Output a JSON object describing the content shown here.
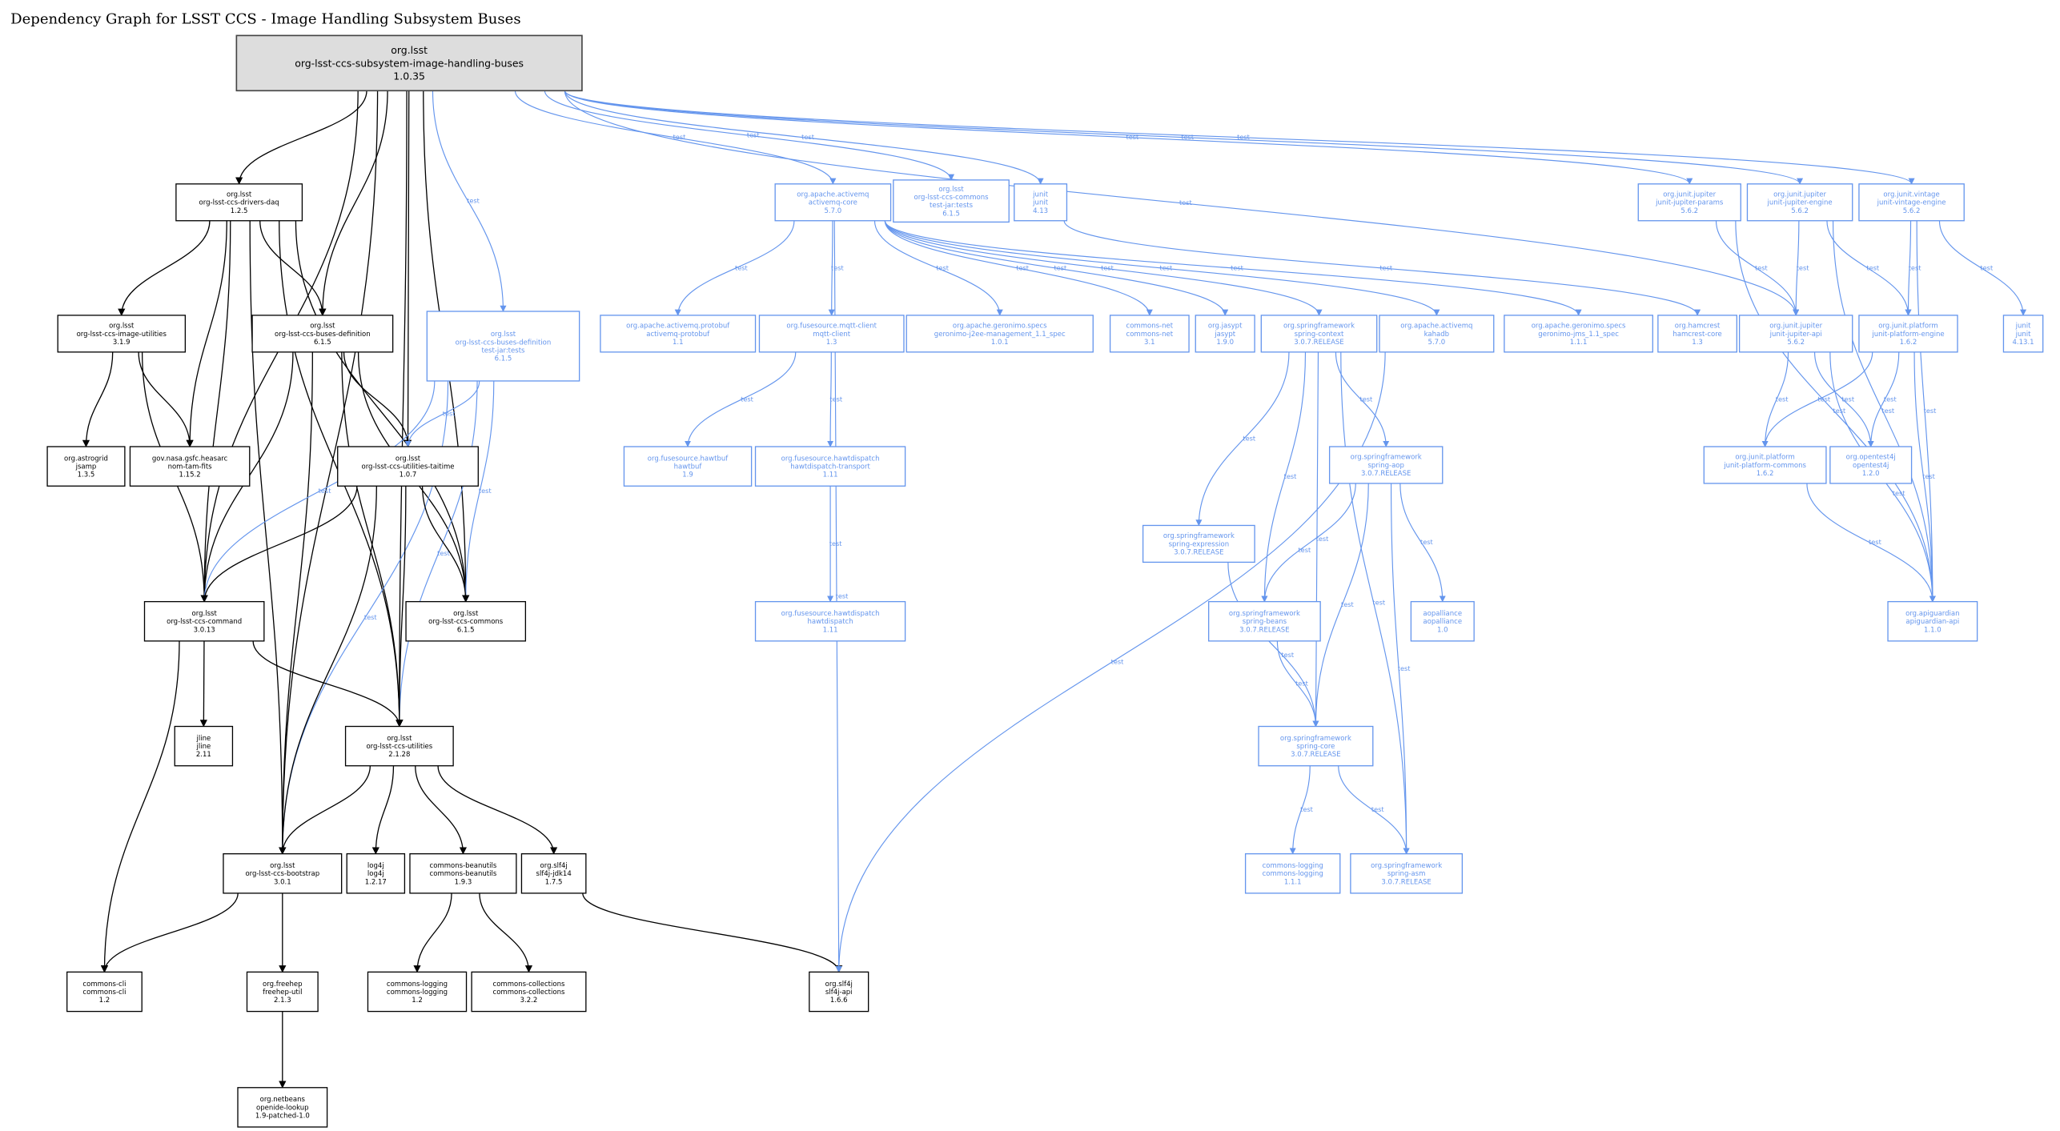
{
  "title": "Dependency Graph for LSST CCS - Image Handling Subsystem Buses",
  "colors": {
    "compile": "#000000",
    "test": "#6495ed",
    "root_fill": "#dddddd"
  },
  "nodes": [
    {
      "id": "root",
      "lines": [
        "org.lsst",
        "org-lsst-ccs-subsystem-image-handling-buses",
        "1.0.35"
      ],
      "scope": "root"
    },
    {
      "id": "daq",
      "lines": [
        "org.lsst",
        "org-lsst-ccs-drivers-daq",
        "1.2.5"
      ],
      "scope": "compile"
    },
    {
      "id": "imgutil",
      "lines": [
        "org.lsst",
        "org-lsst-ccs-image-utilities",
        "3.1.9"
      ],
      "scope": "compile"
    },
    {
      "id": "busdef",
      "lines": [
        "org.lsst",
        "org-lsst-ccs-buses-definition",
        "6.1.5"
      ],
      "scope": "compile"
    },
    {
      "id": "busdeftest",
      "lines": [
        "org.lsst",
        "org-lsst-ccs-buses-definition",
        "test-jar:tests",
        "6.1.5"
      ],
      "scope": "test"
    },
    {
      "id": "amqcore",
      "lines": [
        "org.apache.activemq",
        "activemq-core",
        "5.7.0"
      ],
      "scope": "test"
    },
    {
      "id": "commonstest",
      "lines": [
        "org.lsst",
        "org-lsst-ccs-commons",
        "test-jar:tests",
        "6.1.5"
      ],
      "scope": "test"
    },
    {
      "id": "junit413",
      "lines": [
        "junit",
        "junit",
        "4.13"
      ],
      "scope": "test"
    },
    {
      "id": "params",
      "lines": [
        "org.junit.jupiter",
        "junit-jupiter-params",
        "5.6.2"
      ],
      "scope": "test"
    },
    {
      "id": "jengine",
      "lines": [
        "org.junit.jupiter",
        "junit-jupiter-engine",
        "5.6.2"
      ],
      "scope": "test"
    },
    {
      "id": "vintage",
      "lines": [
        "org.junit.vintage",
        "junit-vintage-engine",
        "5.6.2"
      ],
      "scope": "test"
    },
    {
      "id": "amqproto",
      "lines": [
        "org.apache.activemq.protobuf",
        "activemq-protobuf",
        "1.1"
      ],
      "scope": "test"
    },
    {
      "id": "mqtt",
      "lines": [
        "org.fusesource.mqtt-client",
        "mqtt-client",
        "1.3"
      ],
      "scope": "test"
    },
    {
      "id": "j2ee",
      "lines": [
        "org.apache.geronimo.specs",
        "geronimo-j2ee-management_1.1_spec",
        "1.0.1"
      ],
      "scope": "test"
    },
    {
      "id": "cnet",
      "lines": [
        "commons-net",
        "commons-net",
        "3.1"
      ],
      "scope": "test"
    },
    {
      "id": "jasypt",
      "lines": [
        "org.jasypt",
        "jasypt",
        "1.9.0"
      ],
      "scope": "test"
    },
    {
      "id": "scontext",
      "lines": [
        "org.springframework",
        "spring-context",
        "3.0.7.RELEASE"
      ],
      "scope": "test"
    },
    {
      "id": "kahadb",
      "lines": [
        "org.apache.activemq",
        "kahadb",
        "5.7.0"
      ],
      "scope": "test"
    },
    {
      "id": "jms",
      "lines": [
        "org.apache.geronimo.specs",
        "geronimo-jms_1.1_spec",
        "1.1.1"
      ],
      "scope": "test"
    },
    {
      "id": "hamcrest",
      "lines": [
        "org.hamcrest",
        "hamcrest-core",
        "1.3"
      ],
      "scope": "test"
    },
    {
      "id": "japi",
      "lines": [
        "org.junit.jupiter",
        "junit-jupiter-api",
        "5.6.2"
      ],
      "scope": "test"
    },
    {
      "id": "pengine",
      "lines": [
        "org.junit.platform",
        "junit-platform-engine",
        "1.6.2"
      ],
      "scope": "test"
    },
    {
      "id": "junit4131",
      "lines": [
        "junit",
        "junit",
        "4.13.1"
      ],
      "scope": "test"
    },
    {
      "id": "astrogrid",
      "lines": [
        "org.astrogrid",
        "jsamp",
        "1.3.5"
      ],
      "scope": "compile"
    },
    {
      "id": "nomtam",
      "lines": [
        "gov.nasa.gsfc.heasarc",
        "nom-tam-fits",
        "1.15.2"
      ],
      "scope": "compile"
    },
    {
      "id": "taitime",
      "lines": [
        "org.lsst",
        "org-lsst-ccs-utilities-taitime",
        "1.0.7"
      ],
      "scope": "compile"
    },
    {
      "id": "hawtbuf",
      "lines": [
        "org.fusesource.hawtbuf",
        "hawtbuf",
        "1.9"
      ],
      "scope": "test"
    },
    {
      "id": "hdtransport",
      "lines": [
        "org.fusesource.hawtdispatch",
        "hawtdispatch-transport",
        "1.11"
      ],
      "scope": "test"
    },
    {
      "id": "saop",
      "lines": [
        "org.springframework",
        "spring-aop",
        "3.0.7.RELEASE"
      ],
      "scope": "test"
    },
    {
      "id": "pcommons",
      "lines": [
        "org.junit.platform",
        "junit-platform-commons",
        "1.6.2"
      ],
      "scope": "test"
    },
    {
      "id": "opentest4j",
      "lines": [
        "org.opentest4j",
        "opentest4j",
        "1.2.0"
      ],
      "scope": "test"
    },
    {
      "id": "sexpr",
      "lines": [
        "org.springframework",
        "spring-expression",
        "3.0.7.RELEASE"
      ],
      "scope": "test"
    },
    {
      "id": "command",
      "lines": [
        "org.lsst",
        "org-lsst-ccs-command",
        "3.0.13"
      ],
      "scope": "compile"
    },
    {
      "id": "commons",
      "lines": [
        "org.lsst",
        "org-lsst-ccs-commons",
        "6.1.5"
      ],
      "scope": "compile"
    },
    {
      "id": "hawtdispatch",
      "lines": [
        "org.fusesource.hawtdispatch",
        "hawtdispatch",
        "1.11"
      ],
      "scope": "test"
    },
    {
      "id": "sbeans",
      "lines": [
        "org.springframework",
        "spring-beans",
        "3.0.7.RELEASE"
      ],
      "scope": "test"
    },
    {
      "id": "aopalliance",
      "lines": [
        "aopalliance",
        "aopalliance",
        "1.0"
      ],
      "scope": "test"
    },
    {
      "id": "apiguardian",
      "lines": [
        "org.apiguardian",
        "apiguardian-api",
        "1.1.0"
      ],
      "scope": "test"
    },
    {
      "id": "jline",
      "lines": [
        "jline",
        "jline",
        "2.11"
      ],
      "scope": "compile"
    },
    {
      "id": "utilities",
      "lines": [
        "org.lsst",
        "org-lsst-ccs-utilities",
        "2.1.28"
      ],
      "scope": "compile"
    },
    {
      "id": "score",
      "lines": [
        "org.springframework",
        "spring-core",
        "3.0.7.RELEASE"
      ],
      "scope": "test"
    },
    {
      "id": "bootstrap",
      "lines": [
        "org.lsst",
        "org-lsst-ccs-bootstrap",
        "3.0.1"
      ],
      "scope": "compile"
    },
    {
      "id": "log4j",
      "lines": [
        "log4j",
        "log4j",
        "1.2.17"
      ],
      "scope": "compile"
    },
    {
      "id": "beanutils",
      "lines": [
        "commons-beanutils",
        "commons-beanutils",
        "1.9.3"
      ],
      "scope": "compile"
    },
    {
      "id": "slf4jjdk",
      "lines": [
        "org.slf4j",
        "slf4j-jdk14",
        "1.7.5"
      ],
      "scope": "compile"
    },
    {
      "id": "clogging111",
      "lines": [
        "commons-logging",
        "commons-logging",
        "1.1.1"
      ],
      "scope": "test"
    },
    {
      "id": "sasm",
      "lines": [
        "org.springframework",
        "spring-asm",
        "3.0.7.RELEASE"
      ],
      "scope": "test"
    },
    {
      "id": "cli",
      "lines": [
        "commons-cli",
        "commons-cli",
        "1.2"
      ],
      "scope": "compile"
    },
    {
      "id": "freehep",
      "lines": [
        "org.freehep",
        "freehep-util",
        "2.1.3"
      ],
      "scope": "compile"
    },
    {
      "id": "clogging12",
      "lines": [
        "commons-logging",
        "commons-logging",
        "1.2"
      ],
      "scope": "compile"
    },
    {
      "id": "ccollections",
      "lines": [
        "commons-collections",
        "commons-collections",
        "3.2.2"
      ],
      "scope": "compile"
    },
    {
      "id": "slf4japi",
      "lines": [
        "org.slf4j",
        "slf4j-api",
        "1.6.6"
      ],
      "scope": "compile"
    },
    {
      "id": "netbeans",
      "lines": [
        "org.netbeans",
        "openide-lookup",
        "1.9-patched-1.0"
      ],
      "scope": "compile"
    }
  ],
  "edges": [
    {
      "from": "root",
      "to": "daq",
      "scope": "compile"
    },
    {
      "from": "root",
      "to": "command",
      "scope": "compile"
    },
    {
      "from": "root",
      "to": "bootstrap",
      "scope": "compile"
    },
    {
      "from": "root",
      "to": "busdef",
      "scope": "compile"
    },
    {
      "from": "root",
      "to": "taitime",
      "scope": "compile"
    },
    {
      "from": "root",
      "to": "commons",
      "scope": "compile"
    },
    {
      "from": "root",
      "to": "utilities",
      "scope": "compile"
    },
    {
      "from": "root",
      "to": "busdeftest",
      "scope": "test",
      "label": "test"
    },
    {
      "from": "root",
      "to": "amqcore",
      "scope": "test",
      "label": "test"
    },
    {
      "from": "root",
      "to": "commonstest",
      "scope": "test",
      "label": "test"
    },
    {
      "from": "root",
      "to": "junit413",
      "scope": "test",
      "label": "test"
    },
    {
      "from": "root",
      "to": "japi",
      "scope": "test",
      "label": "test"
    },
    {
      "from": "root",
      "to": "params",
      "scope": "test",
      "label": "test"
    },
    {
      "from": "root",
      "to": "jengine",
      "scope": "test",
      "label": "test"
    },
    {
      "from": "root",
      "to": "vintage",
      "scope": "test",
      "label": "test"
    },
    {
      "from": "daq",
      "to": "imgutil",
      "scope": "compile"
    },
    {
      "from": "daq",
      "to": "busdef",
      "scope": "compile"
    },
    {
      "from": "daq",
      "to": "command",
      "scope": "compile"
    },
    {
      "from": "daq",
      "to": "bootstrap",
      "scope": "compile"
    },
    {
      "from": "daq",
      "to": "nomtam",
      "scope": "compile"
    },
    {
      "from": "daq",
      "to": "utilities",
      "scope": "compile"
    },
    {
      "from": "daq",
      "to": "commons",
      "scope": "compile"
    },
    {
      "from": "imgutil",
      "to": "astrogrid",
      "scope": "compile"
    },
    {
      "from": "imgutil",
      "to": "nomtam",
      "scope": "compile"
    },
    {
      "from": "imgutil",
      "to": "command",
      "scope": "compile"
    },
    {
      "from": "busdef",
      "to": "taitime",
      "scope": "compile"
    },
    {
      "from": "busdef",
      "to": "command",
      "scope": "compile"
    },
    {
      "from": "busdef",
      "to": "bootstrap",
      "scope": "compile"
    },
    {
      "from": "busdef",
      "to": "utilities",
      "scope": "compile"
    },
    {
      "from": "busdef",
      "to": "commons",
      "scope": "compile"
    },
    {
      "from": "busdeftest",
      "to": "taitime",
      "scope": "test",
      "label": "test"
    },
    {
      "from": "busdeftest",
      "to": "command",
      "scope": "test",
      "label": "test"
    },
    {
      "from": "busdeftest",
      "to": "commons",
      "scope": "test",
      "label": "test"
    },
    {
      "from": "busdeftest",
      "to": "bootstrap",
      "scope": "test",
      "label": "test"
    },
    {
      "from": "busdeftest",
      "to": "utilities",
      "scope": "test",
      "label": "test"
    },
    {
      "from": "taitime",
      "to": "command",
      "scope": "compile"
    },
    {
      "from": "taitime",
      "to": "commons",
      "scope": "compile"
    },
    {
      "from": "taitime",
      "to": "bootstrap",
      "scope": "compile"
    },
    {
      "from": "taitime",
      "to": "utilities",
      "scope": "compile"
    },
    {
      "from": "command",
      "to": "jline",
      "scope": "compile"
    },
    {
      "from": "command",
      "to": "utilities",
      "scope": "compile"
    },
    {
      "from": "command",
      "to": "cli",
      "scope": "compile"
    },
    {
      "from": "utilities",
      "to": "bootstrap",
      "scope": "compile"
    },
    {
      "from": "utilities",
      "to": "log4j",
      "scope": "compile"
    },
    {
      "from": "utilities",
      "to": "beanutils",
      "scope": "compile"
    },
    {
      "from": "utilities",
      "to": "slf4jjdk",
      "scope": "compile"
    },
    {
      "from": "bootstrap",
      "to": "cli",
      "scope": "compile"
    },
    {
      "from": "bootstrap",
      "to": "freehep",
      "scope": "compile"
    },
    {
      "from": "freehep",
      "to": "netbeans",
      "scope": "compile"
    },
    {
      "from": "beanutils",
      "to": "clogging12",
      "scope": "compile"
    },
    {
      "from": "beanutils",
      "to": "ccollections",
      "scope": "compile"
    },
    {
      "from": "slf4jjdk",
      "to": "slf4japi",
      "scope": "compile"
    },
    {
      "from": "junit413",
      "to": "hamcrest",
      "scope": "test",
      "label": "test"
    },
    {
      "from": "amqcore",
      "to": "amqproto",
      "scope": "test",
      "label": "test"
    },
    {
      "from": "amqcore",
      "to": "mqtt",
      "scope": "test",
      "label": "test"
    },
    {
      "from": "amqcore",
      "to": "j2ee",
      "scope": "test",
      "label": "test"
    },
    {
      "from": "amqcore",
      "to": "slf4japi",
      "scope": "test",
      "label": "test"
    },
    {
      "from": "amqcore",
      "to": "cnet",
      "scope": "test",
      "label": "test"
    },
    {
      "from": "amqcore",
      "to": "jasypt",
      "scope": "test",
      "label": "test"
    },
    {
      "from": "amqcore",
      "to": "scontext",
      "scope": "test",
      "label": "test"
    },
    {
      "from": "amqcore",
      "to": "kahadb",
      "scope": "test",
      "label": "test"
    },
    {
      "from": "amqcore",
      "to": "jms",
      "scope": "test",
      "label": "test"
    },
    {
      "from": "mqtt",
      "to": "hawtbuf",
      "scope": "test",
      "label": "test"
    },
    {
      "from": "mqtt",
      "to": "hdtransport",
      "scope": "test",
      "label": "test"
    },
    {
      "from": "hdtransport",
      "to": "hawtdispatch",
      "scope": "test",
      "label": "test"
    },
    {
      "from": "scontext",
      "to": "sexpr",
      "scope": "test",
      "label": "test"
    },
    {
      "from": "scontext",
      "to": "sbeans",
      "scope": "test",
      "label": "test"
    },
    {
      "from": "scontext",
      "to": "score",
      "scope": "test",
      "label": "test"
    },
    {
      "from": "scontext",
      "to": "saop",
      "scope": "test",
      "label": "test"
    },
    {
      "from": "scontext",
      "to": "sasm",
      "scope": "test",
      "label": "test"
    },
    {
      "from": "saop",
      "to": "sbeans",
      "scope": "test",
      "label": "test"
    },
    {
      "from": "saop",
      "to": "score",
      "scope": "test",
      "label": "test"
    },
    {
      "from": "saop",
      "to": "aopalliance",
      "scope": "test",
      "label": "test"
    },
    {
      "from": "saop",
      "to": "sasm",
      "scope": "test",
      "label": "test"
    },
    {
      "from": "sexpr",
      "to": "score",
      "scope": "test",
      "label": "test"
    },
    {
      "from": "sbeans",
      "to": "score",
      "scope": "test",
      "label": "test"
    },
    {
      "from": "score",
      "to": "clogging111",
      "scope": "test",
      "label": "test"
    },
    {
      "from": "score",
      "to": "sasm",
      "scope": "test",
      "label": "test"
    },
    {
      "from": "kahadb",
      "to": "slf4japi",
      "scope": "test",
      "label": "test"
    },
    {
      "from": "params",
      "to": "japi",
      "scope": "test",
      "label": "test"
    },
    {
      "from": "params",
      "to": "apiguardian",
      "scope": "test",
      "label": "test"
    },
    {
      "from": "jengine",
      "to": "japi",
      "scope": "test",
      "label": "test"
    },
    {
      "from": "jengine",
      "to": "pengine",
      "scope": "test",
      "label": "test"
    },
    {
      "from": "jengine",
      "to": "apiguardian",
      "scope": "test",
      "label": "test"
    },
    {
      "from": "vintage",
      "to": "pengine",
      "scope": "test",
      "label": "test"
    },
    {
      "from": "vintage",
      "to": "apiguardian",
      "scope": "test",
      "label": "test"
    },
    {
      "from": "vintage",
      "to": "junit4131",
      "scope": "test",
      "label": "test"
    },
    {
      "from": "japi",
      "to": "pcommons",
      "scope": "test",
      "label": "test"
    },
    {
      "from": "japi",
      "to": "opentest4j",
      "scope": "test",
      "label": "test"
    },
    {
      "from": "japi",
      "to": "apiguardian",
      "scope": "test",
      "label": "test"
    },
    {
      "from": "pengine",
      "to": "pcommons",
      "scope": "test",
      "label": "test"
    },
    {
      "from": "pengine",
      "to": "opentest4j",
      "scope": "test",
      "label": "test"
    },
    {
      "from": "pengine",
      "to": "apiguardian",
      "scope": "test",
      "label": "test"
    },
    {
      "from": "pcommons",
      "to": "apiguardian",
      "scope": "test",
      "label": "test"
    }
  ]
}
